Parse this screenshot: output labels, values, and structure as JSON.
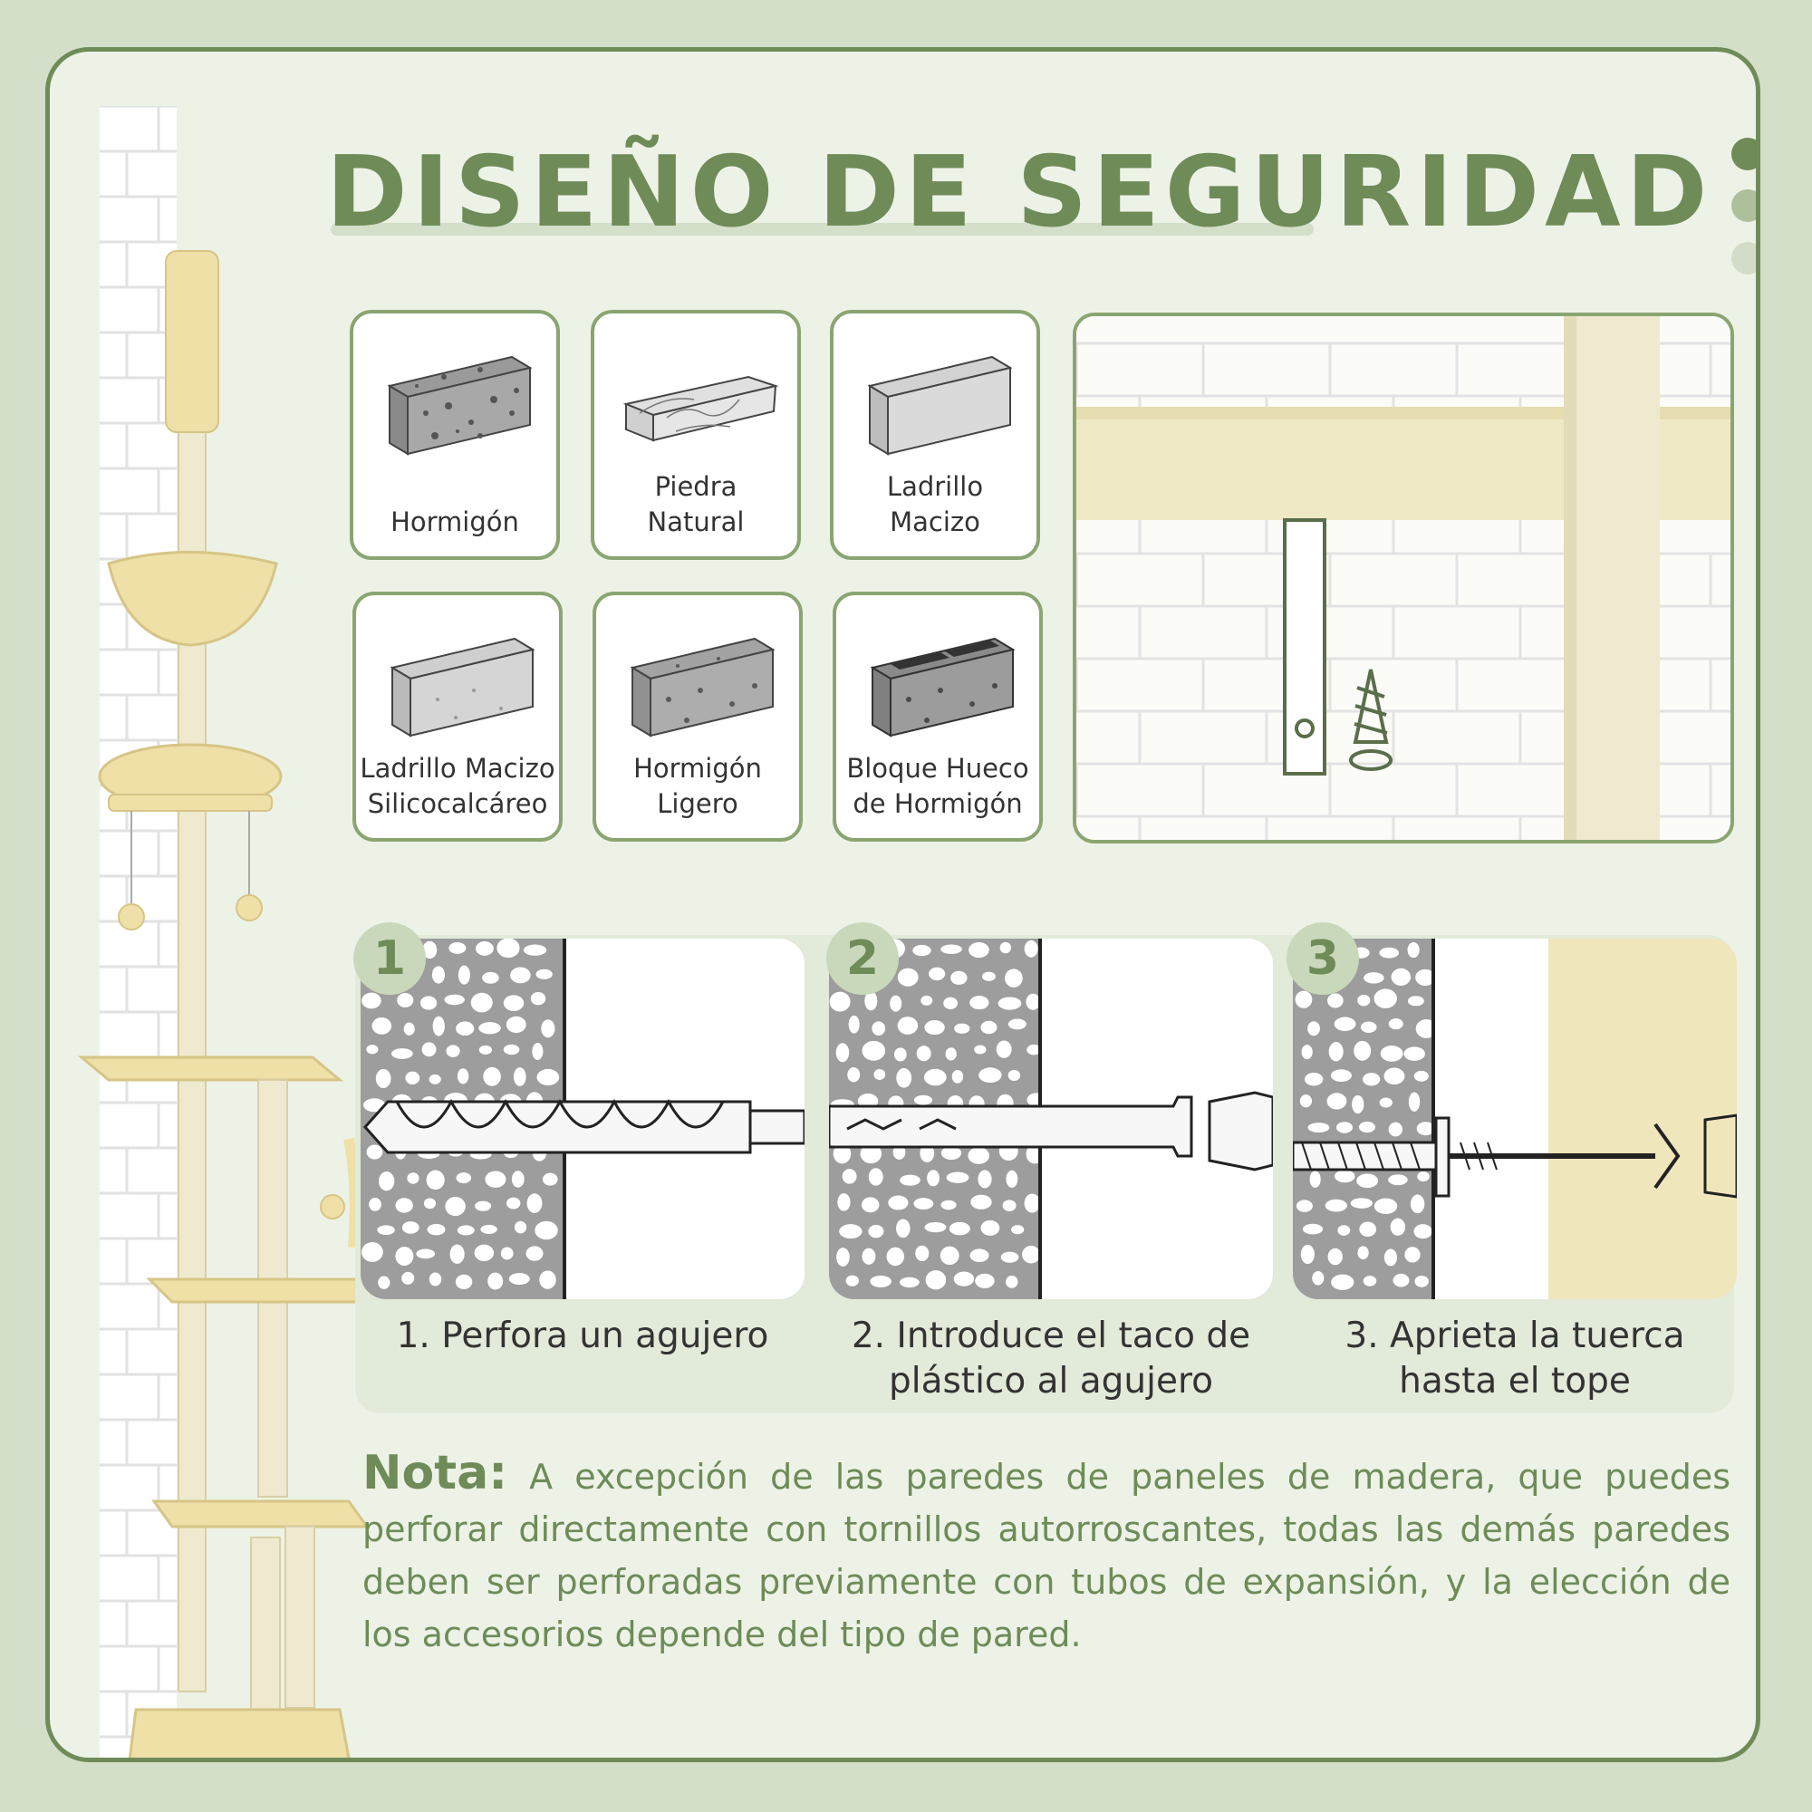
{
  "title": "DISEÑO DE SEGURIDAD",
  "materials": [
    {
      "label": "Hormigón",
      "icon": "concrete-block-icon"
    },
    {
      "label": "Piedra\nNatural",
      "icon": "natural-stone-icon"
    },
    {
      "label": "Ladrillo\nMacizo",
      "icon": "solid-brick-icon"
    },
    {
      "label": "Ladrillo Macizo\nSilicocalcáreo",
      "icon": "sand-lime-brick-icon"
    },
    {
      "label": "Hormigón\nLigero",
      "icon": "lightweight-concrete-icon"
    },
    {
      "label": "Bloque Hueco\nde Hormigón",
      "icon": "hollow-concrete-block-icon"
    }
  ],
  "steps": [
    {
      "number": "1",
      "text": "1. Perfora un agujero",
      "icon": "drill-bit-icon"
    },
    {
      "number": "2",
      "text": "2. Introduce el taco de plástico al agujero",
      "icon": "wall-plug-icon"
    },
    {
      "number": "3",
      "text": "3. Aprieta la tuerca hasta el tope",
      "icon": "screw-icon"
    }
  ],
  "note": {
    "label": "Nota:",
    "text": " A excepción de las paredes de paneles de madera, que puedes perforar directamente con tornillos autorroscantes, todas las demás paredes deben ser perforadas previamente con tubos de expansión, y la elección de los accesorios depende del tipo de pared."
  },
  "colors": {
    "accent": "#6e8b58",
    "background": "#d3dfc9",
    "card": "#edf2e7",
    "tile_border": "#8aa571",
    "beige": "#f0e8c4"
  }
}
